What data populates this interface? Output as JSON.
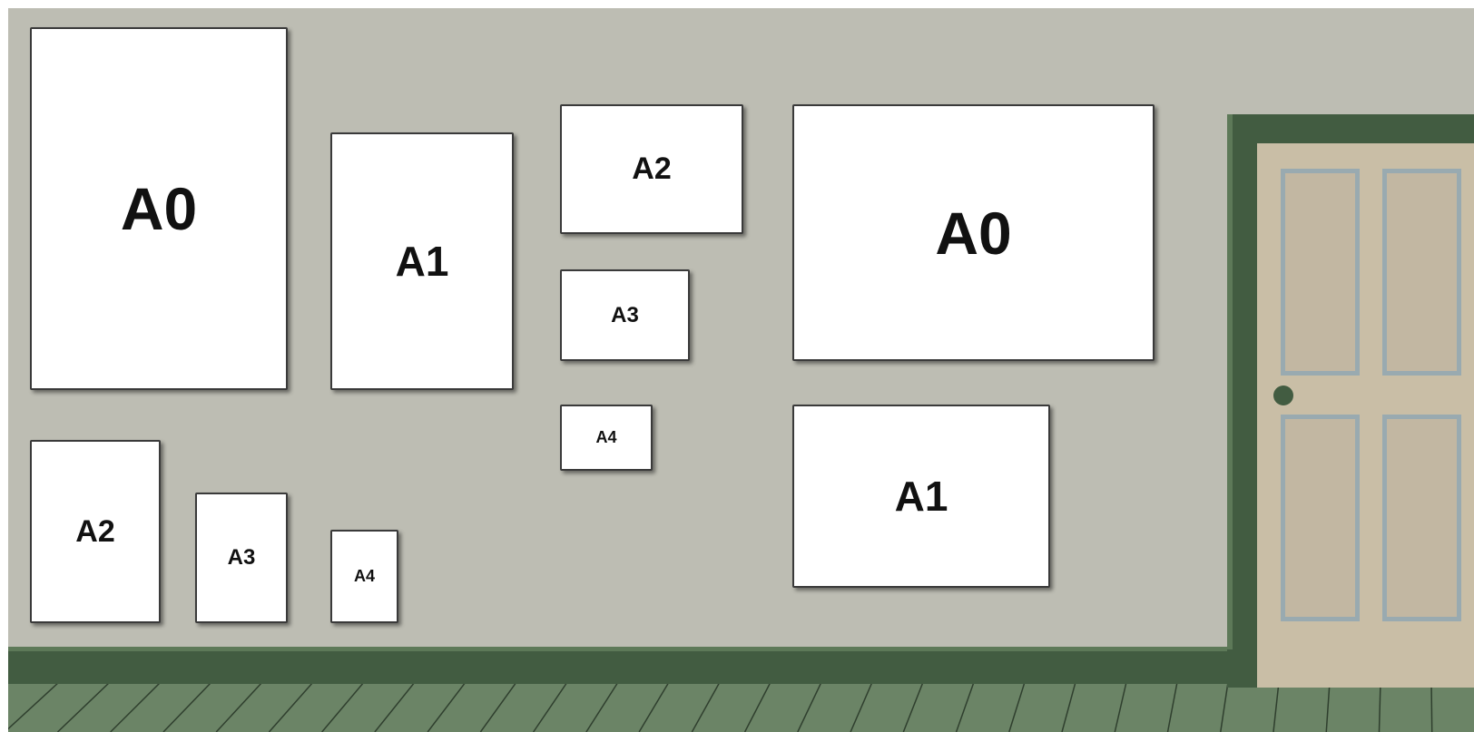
{
  "frames": [
    {
      "label": "A0"
    },
    {
      "label": "A1"
    },
    {
      "label": "A2"
    },
    {
      "label": "A3"
    },
    {
      "label": "A0"
    },
    {
      "label": "A4"
    },
    {
      "label": "A1"
    },
    {
      "label": "A2"
    },
    {
      "label": "A3"
    },
    {
      "label": "A4"
    }
  ],
  "colors": {
    "wall": "#bdbdb3",
    "trim": "#425c41",
    "floor": "#6b8466",
    "door": "#c9bea6",
    "door_panel_border": "#99aab0",
    "frame_fill": "#ffffff"
  }
}
